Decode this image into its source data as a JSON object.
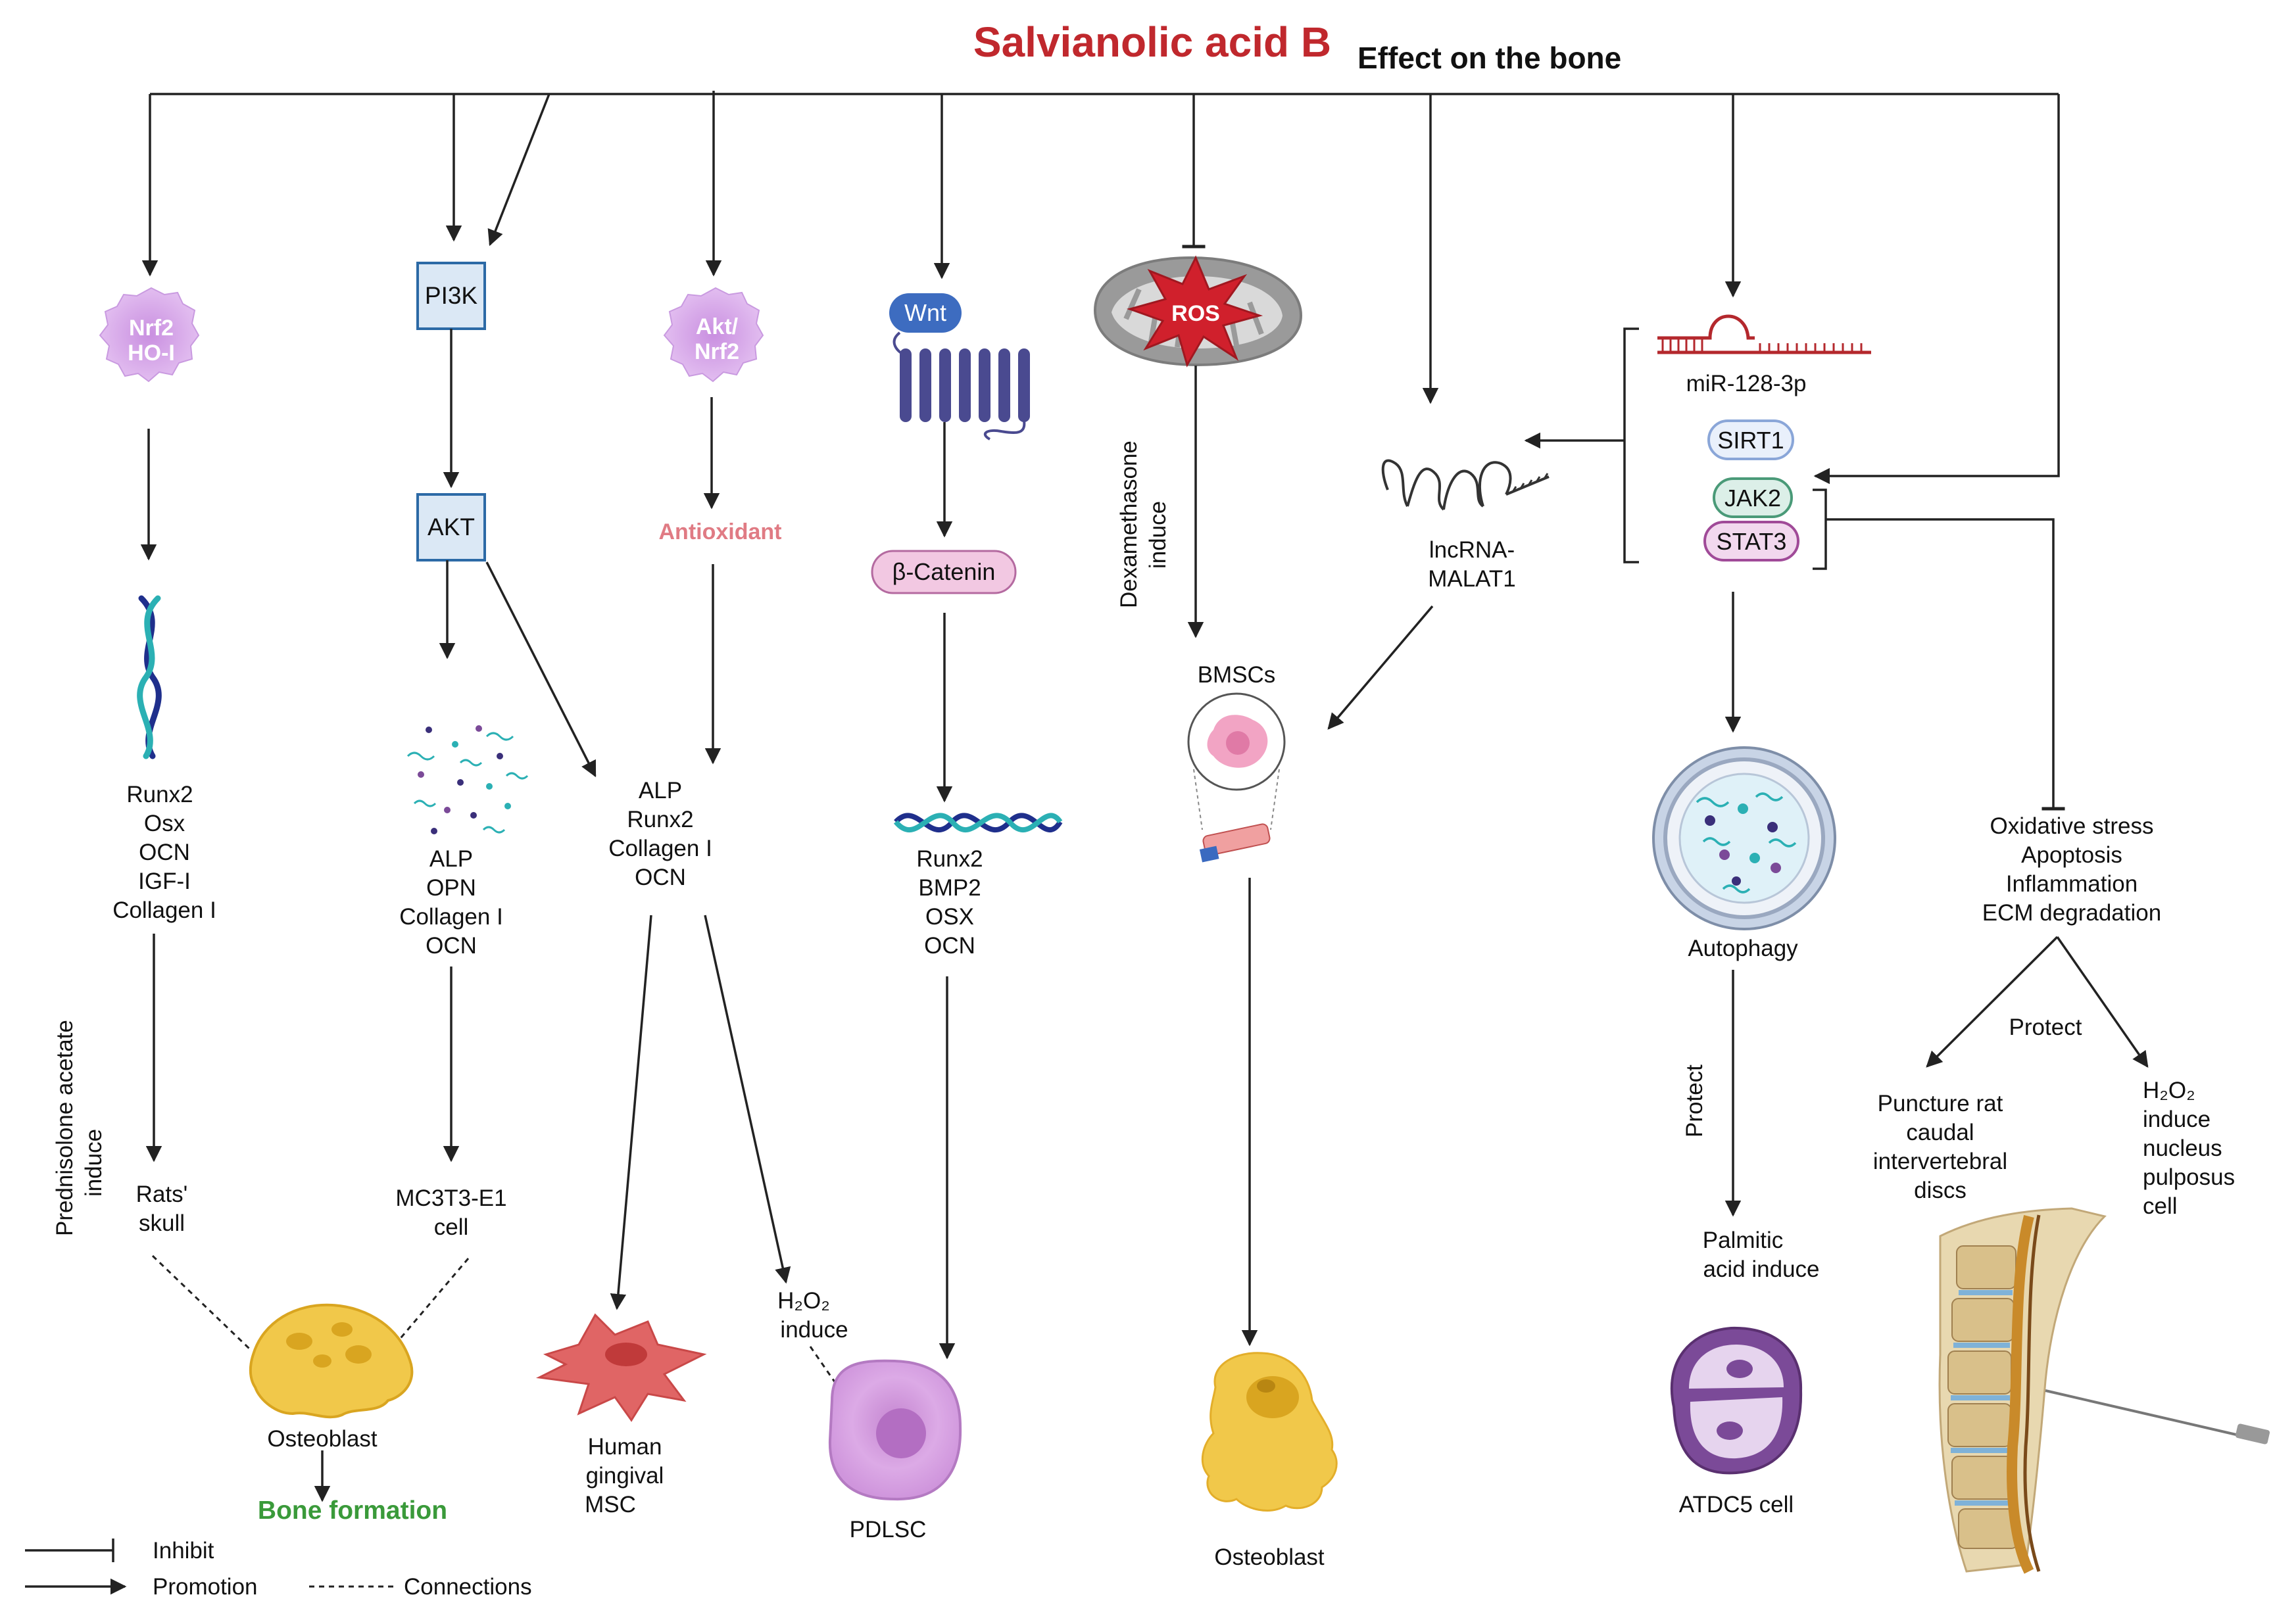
{
  "title": "Salvianolic acid B",
  "subtitle": "Effect on the bone",
  "colors": {
    "title": "#c0282d",
    "bone_formation": "#3a9a3a",
    "antioxidant": "#e07b84",
    "line": "#222222",
    "box_fill": "#dbe8f5",
    "box_stroke": "#2c6aa6",
    "wnt": "#3d6cc0",
    "receptor": "#4a4a90",
    "catenin_fill": "#f2c8e2",
    "ros": "#d0202c",
    "mito": "#9a9a9a",
    "mirna": "#b4282d",
    "virus": "#d6a6e6",
    "osteoblast": "#f1c84a",
    "msc": "#e06565",
    "pdlsc": "#d9a6e2",
    "atdc5": "#7b4a98",
    "spine": "#e8d8b0"
  },
  "col1": {
    "node": [
      "Nrf2",
      "HO-I"
    ],
    "markers": [
      "Runx2",
      "Osx",
      "OCN",
      "IGF-I",
      "Collagen I"
    ],
    "model": [
      "Rats'",
      "skull"
    ],
    "side": [
      "Prednisolone acetate",
      "induce"
    ]
  },
  "col2": {
    "pi3k": "PI3K",
    "akt": "AKT",
    "markers": [
      "ALP",
      "OPN",
      "Collagen I",
      "OCN"
    ],
    "model": [
      "MC3T3-E1",
      "cell"
    ]
  },
  "shared": {
    "osteoblast": "Osteoblast",
    "bone_formation": "Bone formation"
  },
  "col3": {
    "node": [
      "Akt/",
      "Nrf2"
    ],
    "antioxidant": "Antioxidant",
    "markers": [
      "ALP",
      "Runx2",
      "Collagen I",
      "OCN"
    ],
    "msc": [
      "Human",
      "gingival",
      "MSC"
    ],
    "h2o2_formula": "H₂O₂",
    "h2o2_induce": "induce"
  },
  "col4": {
    "wnt": "Wnt",
    "catenin": "β-Catenin",
    "markers": [
      "Runx2",
      "BMP2",
      "OSX",
      "OCN"
    ],
    "cell": "PDLSC"
  },
  "col5": {
    "ros": "ROS",
    "side": [
      "Dexamethasone",
      "induce"
    ],
    "bmscs": "BMSCs",
    "cell": "Osteoblast"
  },
  "col6": {
    "lnc": [
      "lncRNA-",
      "MALAT1"
    ]
  },
  "col7": {
    "mirna": "miR-128-3p",
    "sirt1": "SIRT1",
    "jak2": "JAK2",
    "stat3": "STAT3",
    "autophagy": "Autophagy",
    "protect": "Protect",
    "induce": [
      "Palmitic",
      "acid induce"
    ],
    "cell": "ATDC5 cell"
  },
  "col8": {
    "effects": [
      "Oxidative stress",
      "Apoptosis",
      "Inflammation",
      "ECM degradation"
    ],
    "protect": "Protect",
    "left_model": [
      "Puncture rat",
      "caudal",
      "intervertebral",
      "discs"
    ],
    "right_formula": "H₂O₂",
    "right_model": [
      "induce",
      "nucleus",
      "pulposus",
      "cell"
    ]
  },
  "legend": {
    "inhibit": "Inhibit",
    "promotion": "Promotion",
    "connections": "Connections"
  }
}
